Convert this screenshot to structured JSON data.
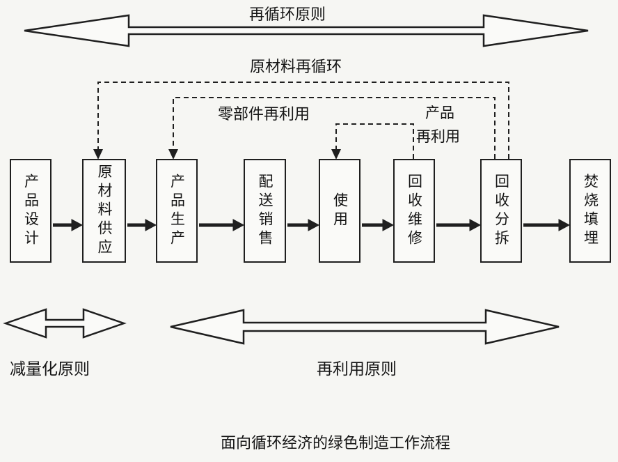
{
  "caption": "面向循环经济的绿色制造工作流程",
  "principle_arrows": {
    "recycle": "再循环原则",
    "reduce": "减量化原则",
    "reuse": "再利用原则"
  },
  "feedback_loops": {
    "raw_material_recycle": "原材料再循环",
    "parts_reuse": "零部件再利用",
    "product_reuse_line1": "产品",
    "product_reuse_line2": "再利用"
  },
  "boxes": [
    {
      "label": "产品设计"
    },
    {
      "label": "原材料供应"
    },
    {
      "label": "产品生产"
    },
    {
      "label": "配送销售"
    },
    {
      "label": "使用"
    },
    {
      "label": "回收维修"
    },
    {
      "label": "回收分拆"
    },
    {
      "label": "焚烧填埋"
    }
  ],
  "colors": {
    "background": "#f6f6f3",
    "line": "#1f1f1f",
    "box_fill": "#fafaf8"
  }
}
